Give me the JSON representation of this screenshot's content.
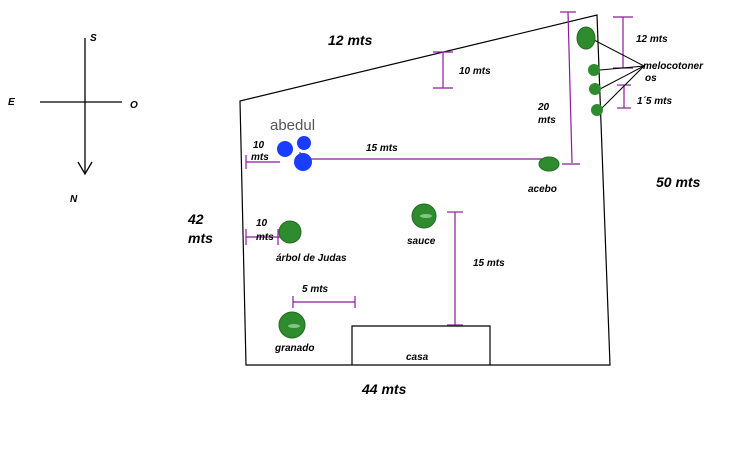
{
  "compass": {
    "top": "S",
    "left": "E",
    "right": "O",
    "bottom": "N"
  },
  "dimensions": {
    "top": "12 mts",
    "left_line1": "42",
    "left_line2": "mts",
    "right": "50 mts",
    "bottom": "44 mts",
    "top_inner": "10 mts",
    "corner_vertical": "20",
    "corner_vertical_unit": "mts",
    "right_top": "12 mts",
    "right_small": "1´5 mts",
    "abedul_to_acebo": "15 mts",
    "abedul_left_num": "10",
    "abedul_left_unit": "mts",
    "judas_left_num": "10",
    "judas_left_unit": "mts",
    "sauce_to_casa": "15 mts",
    "granado_span": "5 mts"
  },
  "trees": {
    "abedul": "abedul",
    "acebo": "acebo",
    "sauce": "sauce",
    "judas": "árbol de Judas",
    "granado": "granado",
    "melocotoneros_line1": "melocotoner",
    "melocotoneros_line2": "os"
  },
  "building": {
    "casa": "casa"
  },
  "colors": {
    "outline": "#000000",
    "measure": "#8b1a9b",
    "tree_green": "#2e8b2e",
    "tree_dark": "#1f6b1f",
    "abedul_blue": "#1a3cff",
    "text": "#000000",
    "abedul_text": "#555555"
  }
}
